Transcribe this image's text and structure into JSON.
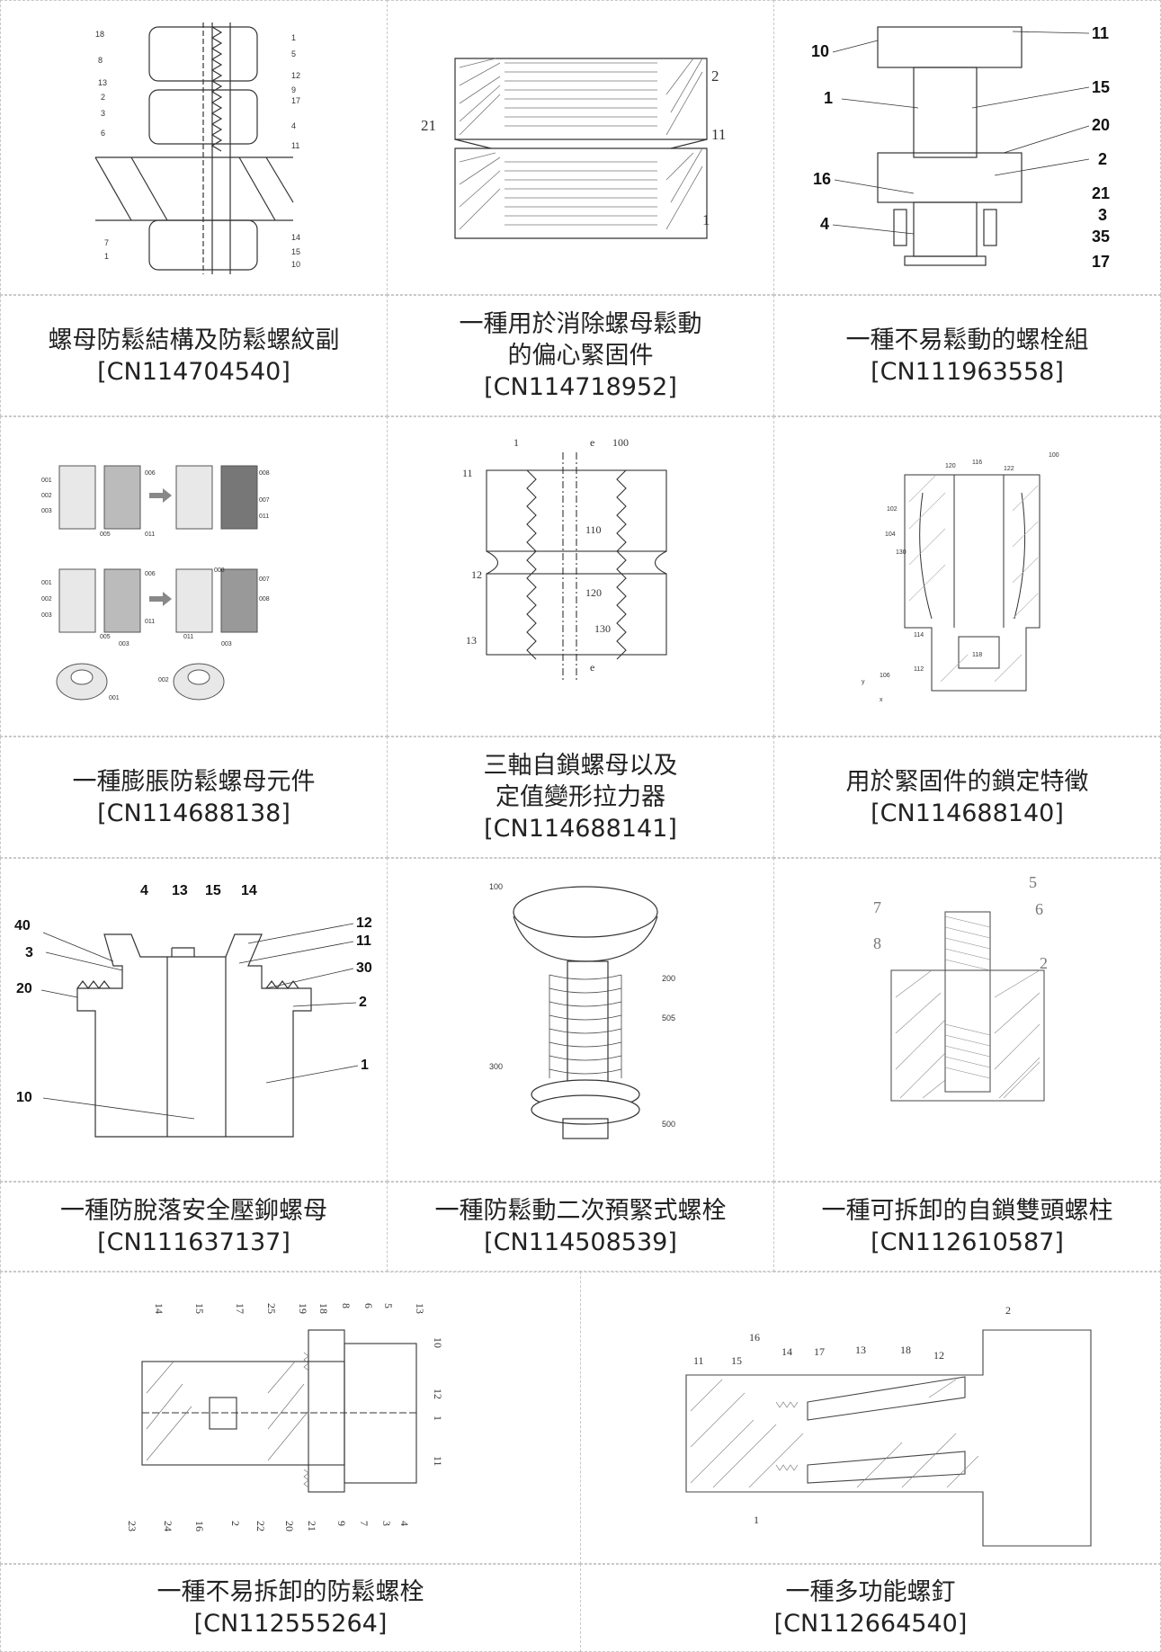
{
  "patents": [
    {
      "title": "螺母防鬆結構及防鬆螺紋副",
      "id": "[CN114704540]"
    },
    {
      "title": "一種用於消除螺母鬆動\n的偏心緊固件",
      "id": "[CN114718952]"
    },
    {
      "title": "一種不易鬆動的螺栓組",
      "id": "[CN111963558]"
    },
    {
      "title": "一種膨脹防鬆螺母元件",
      "id": "[CN114688138]"
    },
    {
      "title": "三軸自鎖螺母以及\n定值變形拉力器",
      "id": "[CN114688141]"
    },
    {
      "title": "用於緊固件的鎖定特徵",
      "id": "[CN114688140]"
    },
    {
      "title": "一種防脫落安全壓鉚螺母",
      "id": "[CN111637137]"
    },
    {
      "title": "一種防鬆動二次預緊式螺栓",
      "id": "[CN114508539]"
    },
    {
      "title": "一種可拆卸的自鎖雙頭螺柱",
      "id": "[CN112610587]"
    },
    {
      "title": "一種不易拆卸的防鬆螺栓",
      "id": "[CN112555264]"
    },
    {
      "title": "一種多功能螺釘",
      "id": "[CN112664540]"
    }
  ],
  "figure_labels": {
    "fig1": [
      "18",
      "8",
      "13",
      "2",
      "3",
      "6",
      "7",
      "1",
      "1",
      "5",
      "12",
      "9",
      "17",
      "4",
      "11",
      "14",
      "15",
      "10"
    ],
    "fig2": [
      "2",
      "21",
      "11",
      "1"
    ],
    "fig3": [
      "11",
      "10",
      "1",
      "15",
      "20",
      "2",
      "16",
      "21",
      "4",
      "3",
      "35",
      "17"
    ],
    "fig4": [
      "001",
      "002",
      "003",
      "006",
      "005",
      "011",
      "008",
      "007",
      "011",
      "001",
      "002",
      "003",
      "006",
      "005",
      "011",
      "003",
      "008",
      "007",
      "008",
      "011",
      "003",
      "001",
      "002"
    ],
    "fig5": [
      "1",
      "100",
      "11",
      "110",
      "12",
      "120",
      "13",
      "130",
      "e",
      "e"
    ],
    "fig6": [
      "100",
      "116",
      "122",
      "120",
      "102",
      "104",
      "130",
      "114",
      "112",
      "118",
      "106",
      "y",
      "x"
    ],
    "fig7": [
      "4",
      "13",
      "15",
      "14",
      "40",
      "3",
      "20",
      "12",
      "11",
      "30",
      "2",
      "1",
      "10"
    ],
    "fig8": [
      "100",
      "200",
      "505",
      "300",
      "500"
    ],
    "fig9": [
      "5",
      "7",
      "6",
      "8",
      "2"
    ],
    "fig10": [
      "15",
      "17",
      "25",
      "19",
      "18",
      "8",
      "6",
      "5",
      "13",
      "10",
      "14",
      "12",
      "1",
      "11",
      "23",
      "24",
      "16",
      "2",
      "22",
      "20",
      "21",
      "9",
      "7",
      "3",
      "4"
    ],
    "fig11": [
      "2",
      "16",
      "14",
      "17",
      "13",
      "18",
      "12",
      "11",
      "15",
      "1"
    ]
  }
}
